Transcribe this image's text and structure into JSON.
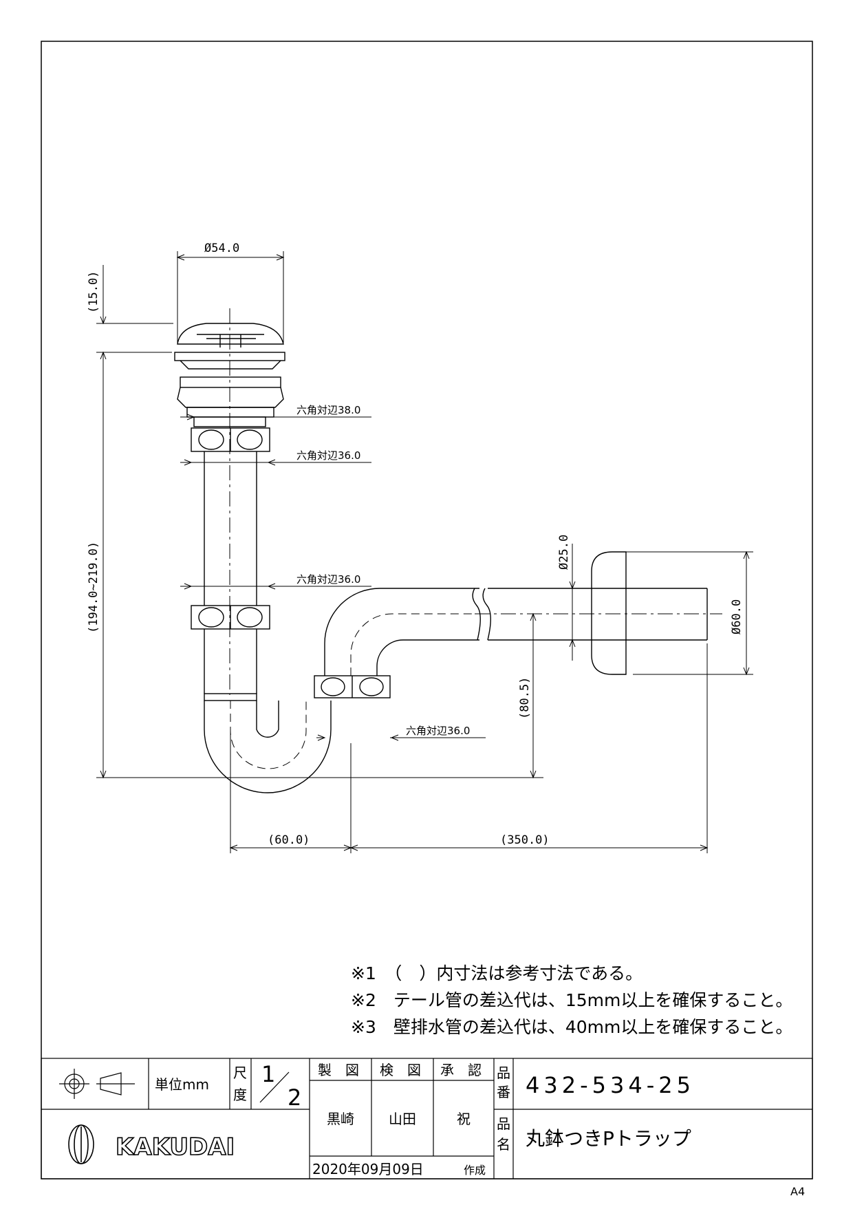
{
  "drawing": {
    "dimensions": {
      "cap_diameter": "Ø54.0",
      "cap_height": "(15.0)",
      "total_height": "(194.0~219.0)",
      "hex_nut_1": "六角対辺38.0",
      "hex_nut_2": "六角対辺36.0",
      "hex_nut_3": "六角対辺36.0",
      "hex_nut_4": "六角対辺36.0",
      "pipe_diameter": "Ø25.0",
      "flange_diameter": "Ø60.0",
      "trap_height": "(80.5)",
      "horizontal_offset": "(60.0)",
      "wall_length": "(350.0)"
    },
    "notes": [
      "※1　（　）内寸法は参考寸法である。",
      "※2　テール管の差込代は、15mm以上を確保すること。",
      "※3　壁排水管の差込代は、40mm以上を確保すること。"
    ]
  },
  "title_block": {
    "unit_label": "単位mm",
    "scale_label_1": "尺",
    "scale_label_2": "度",
    "scale_num": "1",
    "scale_den": "2",
    "drawn_label": "製　図",
    "checked_label": "検　図",
    "approved_label": "承　認",
    "drawn_by": "黒崎",
    "checked_by": "山田",
    "approved_by": "祝",
    "part_no_label_1": "品",
    "part_no_label_2": "番",
    "part_no": "432-534-25",
    "part_name_label_1": "品",
    "part_name_label_2": "名",
    "part_name": "丸鉢つきPトラップ",
    "date": "2020年09月09日",
    "created_label": "作成",
    "company": "KAKUDAI"
  },
  "paper_size": "A4"
}
